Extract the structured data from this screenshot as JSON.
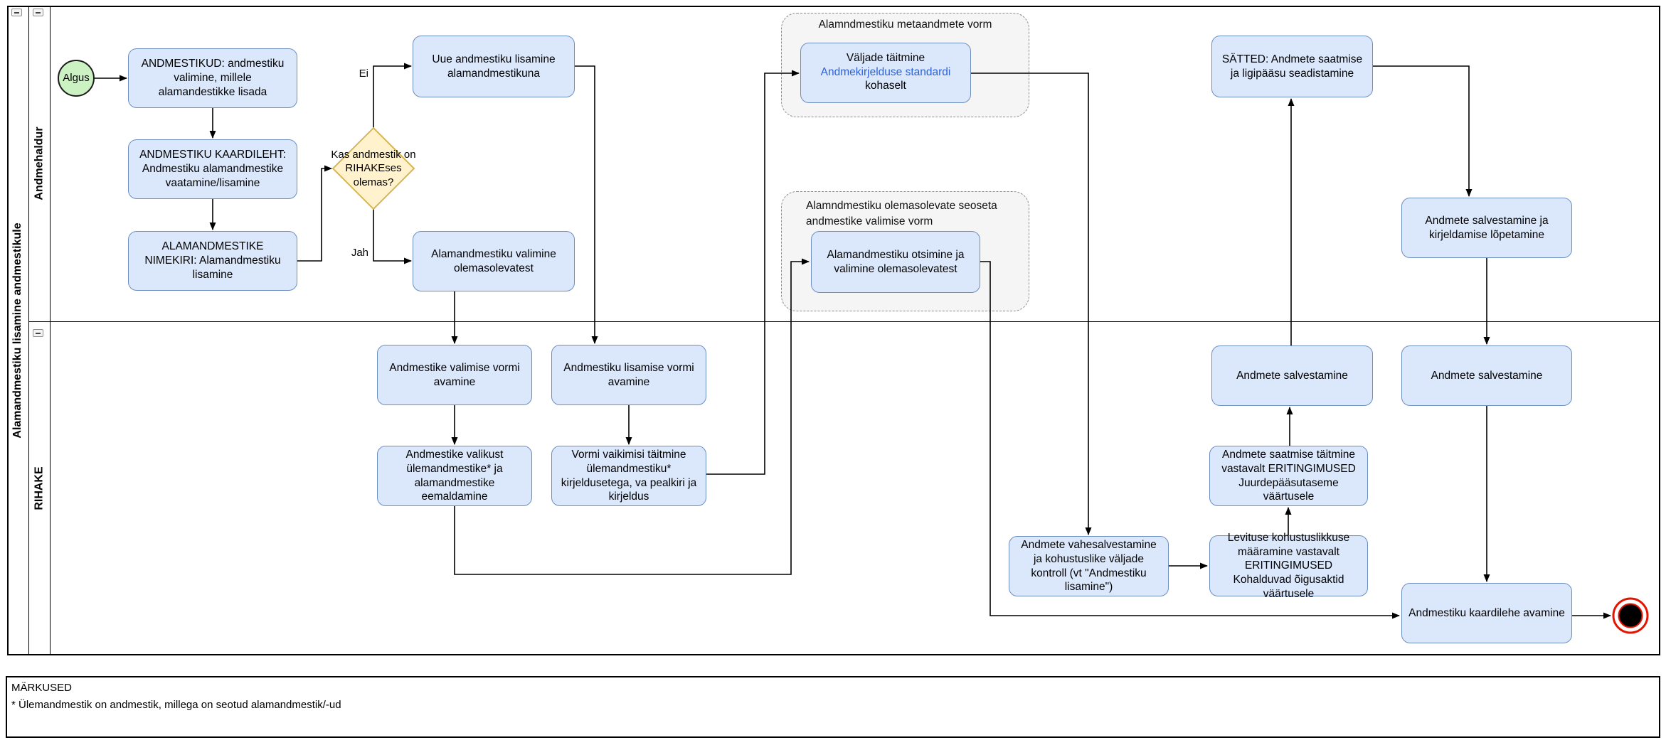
{
  "pool": {
    "title": "Alamandmestiku lisamine andmestikule",
    "lanes": [
      {
        "label": "Andmehaldur"
      },
      {
        "label": "RIHAKE"
      }
    ]
  },
  "nodes": {
    "start": {
      "label": "Algus"
    },
    "a1": {
      "label": "ANDMESTIKUD: andmestiku valimine, millele alamandestikke lisada"
    },
    "a2": {
      "label": "ANDMESTIKU KAARDILEHT: Andmestiku alamandmestike vaatamine/lisamine"
    },
    "a3": {
      "label": "ALAMANDMESTIKE NIMEKIRI: Alamandmestiku lisamine"
    },
    "gateway": {
      "label": "Kas andmestik on RIHAKEses olemas?"
    },
    "b1": {
      "label": "Uue andmestiku lisamine alamandmestikuna"
    },
    "b2": {
      "label": "Alamandmestiku valimine olemasolevatest"
    },
    "group1": {
      "label": "Alamndmestiku metaandmete vorm"
    },
    "g1": {
      "line1": "Väljade täitmine",
      "link": "Andmekirjelduse standardi",
      "line3": "kohaselt"
    },
    "group2": {
      "label": "Alamndmestiku olemasolevate seoseta andmestike valimise vorm"
    },
    "g2": {
      "label": "Alamandmestiku otsimine ja valimine olemasolevatest"
    },
    "s1": {
      "label": "SÄTTED: Andmete saatmise ja ligipääsu seadistamine"
    },
    "s2": {
      "label": "Andmete salvestamine ja kirjeldamise lõpetamine"
    },
    "r1": {
      "label": "Andmestike valimise vormi avamine"
    },
    "r2": {
      "label": "Andmestiku lisamise vormi avamine"
    },
    "r3": {
      "label": "Andmestike valikust ülemandmestike* ja alamandmestike eemaldamine"
    },
    "r4": {
      "label": "Vormi vaikimisi täitmine ülemandmestiku* kirjeldusetega, va pealkiri ja kirjeldus"
    },
    "r5": {
      "label": "Andmete vahesalvestamine ja kohustuslike väljade kontroll (vt \"Andmestiku lisamine\")"
    },
    "r6": {
      "label": "Levituse kohustuslikkuse määramine vastavalt ERITINGIMUSED Kohalduvad õigusaktid väärtusele"
    },
    "r7": {
      "label": "Andmete saatmise täitmine vastavalt ERITINGIMUSED Juurdepääsutaseme väärtusele"
    },
    "r8": {
      "label": "Andmete salvestamine"
    },
    "r9": {
      "label": "Andmete salvestamine"
    },
    "r10": {
      "label": "Andmestiku kaardilehe avamine"
    }
  },
  "edges": {
    "ei": "Ei",
    "jah": "Jah"
  },
  "notes": {
    "title": "MÄRKUSED",
    "line": "* Ülemandmestik on andmestik, millega on seotud alamandmestik/-ud"
  },
  "colors": {
    "task_fill": "#dbe8fc",
    "task_border": "#6c8ebf",
    "gateway_fill": "#fff2cc",
    "gateway_border": "#d6b656",
    "start_fill": "#ccf2c4",
    "end_red": "#e51400",
    "link_blue": "#2b62d9",
    "group_fill": "#f5f5f5"
  }
}
